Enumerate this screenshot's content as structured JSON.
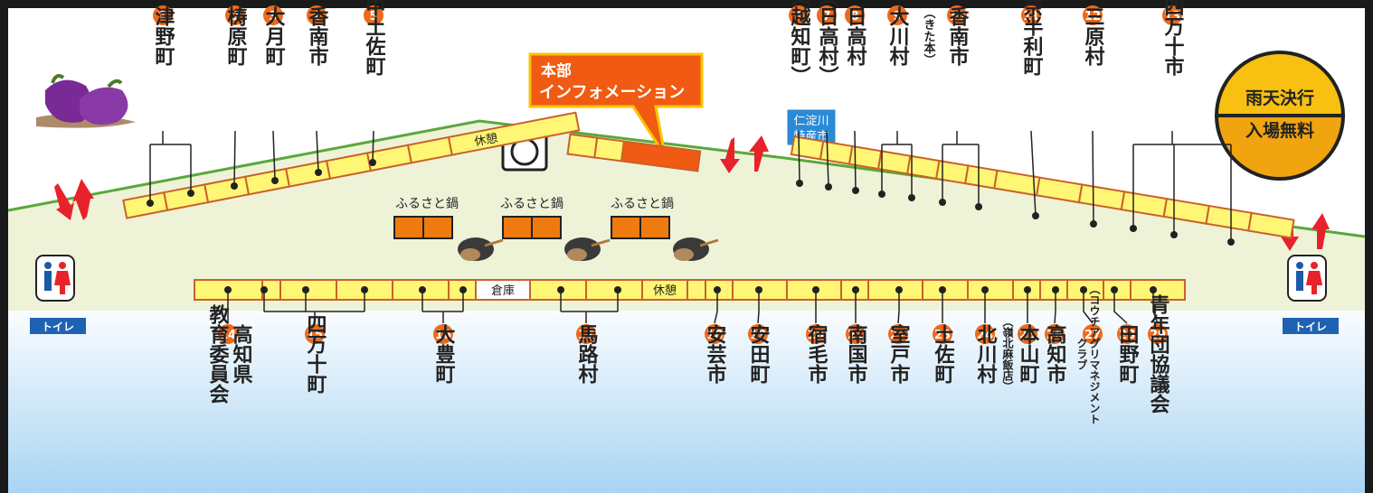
{
  "colors": {
    "frame": "#1a1a1a",
    "field": "#eef3d8",
    "ground_line": "#5aa83a",
    "sea_top": "#ffffff",
    "sea_bottom": "#a9d4f3",
    "booth_fill": "#fff675",
    "booth_stroke": "#c9622a",
    "marker": "#ee6a1a",
    "arrow": "#e8222a",
    "hq_fill": "#f05a12",
    "hq_stroke": "#f6c400",
    "nabe_booth": "#ef7a10",
    "badge_yellow": "#f8c010",
    "badge_orange": "#f0a410",
    "toilet_blue": "#1d5aa6",
    "blue_label": "#2a8ad6",
    "toilet_label": "#1e63b3"
  },
  "icons": {
    "eggplant": "eggplant-icon",
    "toilet": "restroom-icon",
    "nabe": "pot-icon",
    "arrow": "entrance-exit-arrow-icon",
    "stage": "stage-icon"
  },
  "top_stalls": [
    {
      "num": "1",
      "name": "津野町"
    },
    {
      "num": "2",
      "name": "梼原町"
    },
    {
      "num": "3",
      "name": "大月町"
    },
    {
      "num": "4",
      "name": "香南市"
    },
    {
      "num": "5",
      "name": "中土佐町"
    },
    {
      "num": "6",
      "name": "（越知町）"
    },
    {
      "num": "7",
      "name": "（日高村）"
    },
    {
      "num": "8",
      "name": "日高村"
    },
    {
      "num": "9",
      "name": "大川村"
    },
    {
      "num": "10",
      "name": "香南市",
      "sub": "（きた本）"
    },
    {
      "num": "11",
      "name": "奈半利町"
    },
    {
      "num": "12",
      "name": "三原村"
    },
    {
      "num": "13",
      "name": "四万十市"
    }
  ],
  "bottom_stalls": [
    {
      "num": "14",
      "name": "高知県",
      "name2": "教育委員会"
    },
    {
      "num": "15",
      "name": "四万十町"
    },
    {
      "num": "16",
      "name": "大豊町"
    },
    {
      "num": "17",
      "name": "馬路村"
    },
    {
      "num": "18",
      "name": "安芸市"
    },
    {
      "num": "19",
      "name": "安田町"
    },
    {
      "num": "20",
      "name": "宿毛市"
    },
    {
      "num": "21",
      "name": "南国市"
    },
    {
      "num": "22",
      "name": "室戸市"
    },
    {
      "num": "23",
      "name": "土佐町"
    },
    {
      "num": "24",
      "name": "北川村"
    },
    {
      "num": "25",
      "name": "本山町",
      "sub": "（嶺北麻飯店）"
    },
    {
      "num": "26",
      "name": "高知市"
    },
    {
      "num": "27",
      "name": "（コウチアグリマネジメント",
      "name2": "クラブ"
    },
    {
      "num": "28",
      "name": "田野町"
    },
    {
      "num": "29",
      "name": "青年団協議会"
    }
  ],
  "labels": {
    "rest": "休憩",
    "warehouse": "倉庫",
    "hq_line1": "本部",
    "hq_line2": "インフォメーション",
    "niyodo_line1": "仁淀川",
    "niyodo_line2": "特産市",
    "nabe": "ふるさと鍋",
    "toilet": "トイレ",
    "badge_top": "雨天決行",
    "badge_bottom": "入場無料"
  }
}
